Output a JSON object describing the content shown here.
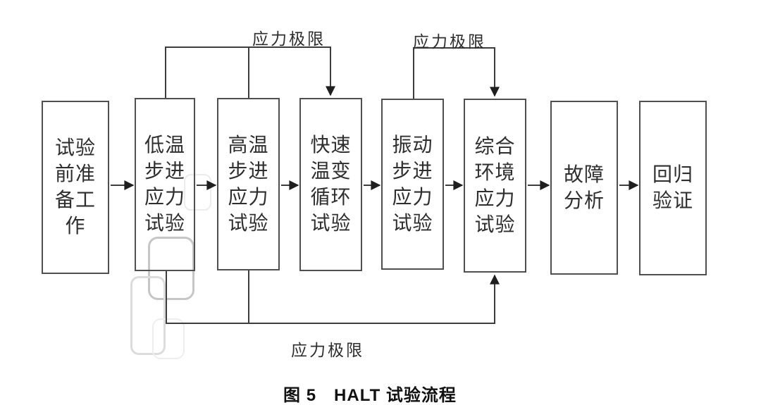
{
  "figure": {
    "caption": "图 5　HALT 试验流程"
  },
  "flowchart": {
    "boxes": [
      {
        "name": "test-preparation",
        "text": "试验\n前准\n备工\n作"
      },
      {
        "name": "low-temp-step-stress-test",
        "text": "低温\n步进\n应力\n试验"
      },
      {
        "name": "high-temp-step-stress-test",
        "text": "高温\n步进\n应力\n试验"
      },
      {
        "name": "rapid-temp-cycle-test",
        "text": "快速\n温变\n循环\n试验"
      },
      {
        "name": "vibration-step-stress-test",
        "text": "振动\n步进\n应力\n试验"
      },
      {
        "name": "combined-env-stress-test",
        "text": "综合\n环境\n应力\n试验"
      },
      {
        "name": "failure-analysis",
        "text": "故障\n分析"
      },
      {
        "name": "regression-verification",
        "text": "回归\n验证"
      }
    ],
    "annotations": {
      "stress_limit_top_left": "应力极限",
      "stress_limit_top_right": "应力极限",
      "stress_limit_bottom": "应力极限"
    }
  },
  "colors": {
    "background": "#ffffff",
    "box_border": "#4f4f4f",
    "connector_line": "#3d3d3d",
    "arrowhead": "#1f1f1f",
    "text": "#2e2e2e",
    "caption_text": "#111111",
    "watermark_gray": "#c6c6c6"
  }
}
